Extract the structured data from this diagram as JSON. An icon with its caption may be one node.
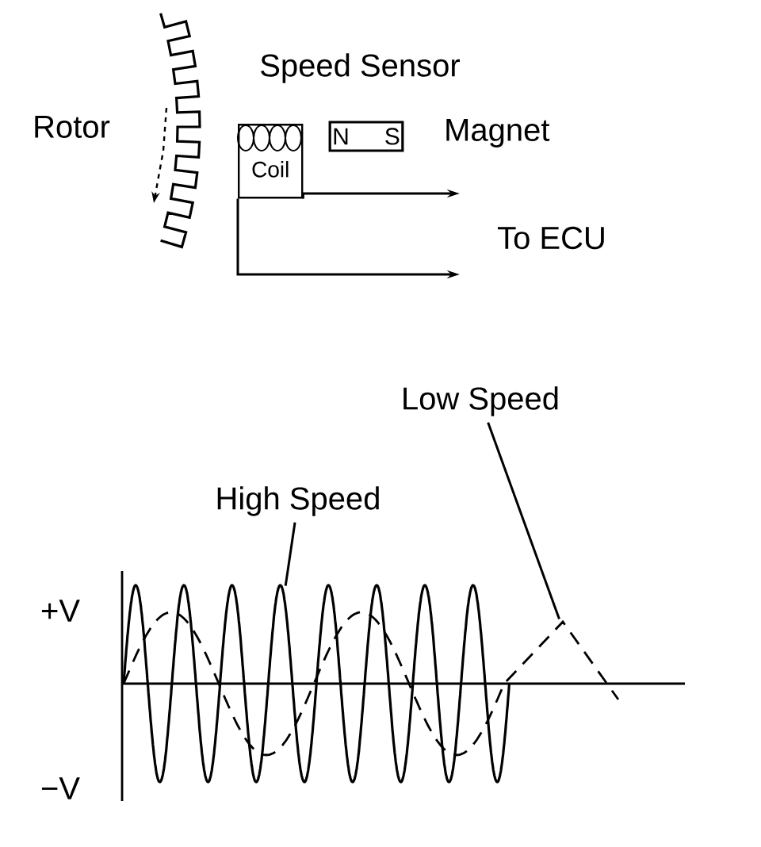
{
  "diagram": {
    "nodes": [
      {
        "text": [
          "Coil"
        ]
      },
      {
        "text": [
          "N",
          "S"
        ],
        "beside": [
          "Magnet"
        ]
      },
      {
        "text": [
          "High Speed"
        ]
      },
      {
        "text": [
          "Low Speed"
        ]
      },
      {
        "text": [],
        "shape": "curve"
      },
      {
        "text": [],
        "shape": "curve"
      }
    ],
    "edges": [
      {
        "from": 0,
        "to": null,
        "arrow": "to"
      },
      {
        "from": 0,
        "to": null,
        "arrow": "to"
      },
      {
        "from": 2,
        "to": 4,
        "arrow": "none"
      },
      {
        "from": 3,
        "to": 5,
        "arrow": "none"
      }
    ],
    "labels": [
      "Speed Sensor",
      "Rotor",
      "To ECU",
      "+V",
      "−V"
    ]
  }
}
